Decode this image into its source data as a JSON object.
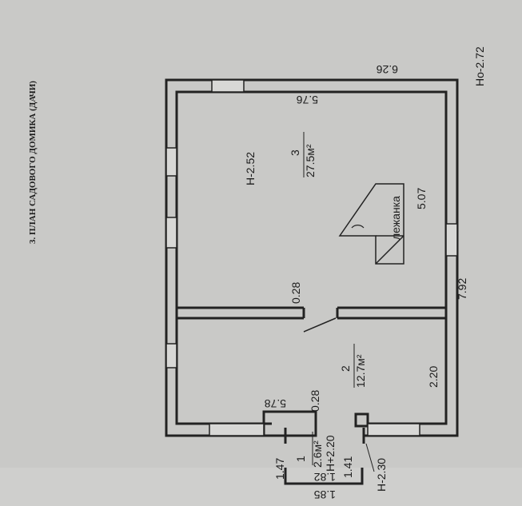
{
  "title": "3. ПЛАН САДОВОГО ДОМИКА (ДАЧИ)",
  "ground_level": "Но-2.72",
  "dimensions": {
    "outer_width": "6.26",
    "room3_width": "5.76",
    "room2_width": "5.78",
    "room3_depth": "5.07",
    "total_length": "7.92",
    "room2_depth": "2.20",
    "wall_1": "0.28",
    "wall_2": "0.28",
    "porch_outer": "1.85",
    "porch_inner": "1.82",
    "porch_depth_outer": "1.47",
    "porch_depth_inner": "1.41"
  },
  "rooms": [
    {
      "number": "3",
      "area": "27.5м²",
      "height": "Н-2.52"
    },
    {
      "number": "2",
      "area": "12.7м²"
    },
    {
      "number": "1",
      "area": "2.6м²",
      "height": "Н+2.20"
    }
  ],
  "porch_level": "Н-2.30",
  "stove_label": "лежанка"
}
